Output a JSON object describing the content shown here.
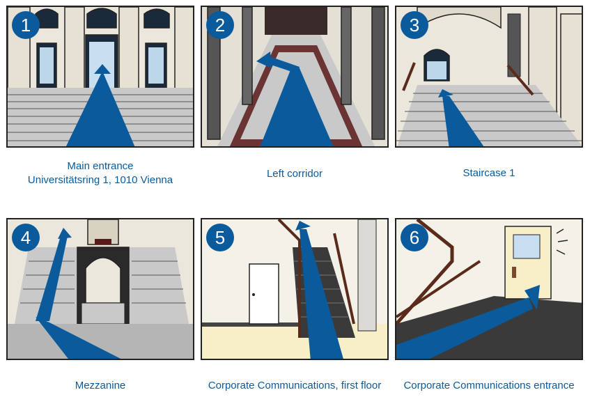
{
  "colors": {
    "accent": "#0a5a9c",
    "outline": "#222222",
    "floor": "#c9c9c9",
    "carpet": "#5a1a1a",
    "door": "#f7efc8"
  },
  "steps": [
    {
      "number": "1",
      "caption_line1": "Main entrance",
      "caption_line2": "Universitätsring 1, 1010 Vienna"
    },
    {
      "number": "2",
      "caption_line1": "Left corridor",
      "caption_line2": ""
    },
    {
      "number": "3",
      "caption_line1": "Staircase 1",
      "caption_line2": ""
    },
    {
      "number": "4",
      "caption_line1": "Mezzanine",
      "caption_line2": ""
    },
    {
      "number": "5",
      "caption_line1": "Corporate Communications, first floor",
      "caption_line2": ""
    },
    {
      "number": "6",
      "caption_line1": "Corporate Communications entrance",
      "caption_line2": ""
    }
  ]
}
